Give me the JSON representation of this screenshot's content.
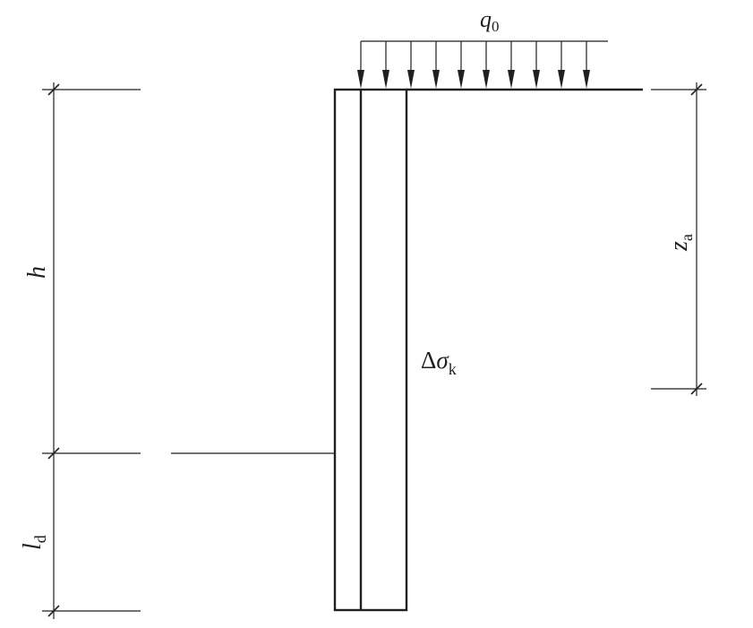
{
  "labels": {
    "load_main": "q",
    "load_sub": "0",
    "height_main": "h",
    "embed_main": "l",
    "embed_sub": "d",
    "za_main": "z",
    "za_sub": "a",
    "stress_delta": "Δ",
    "stress_sigma": "σ",
    "stress_sub": "k"
  },
  "colors": {
    "ink": "#231f20",
    "background": "#ffffff"
  }
}
